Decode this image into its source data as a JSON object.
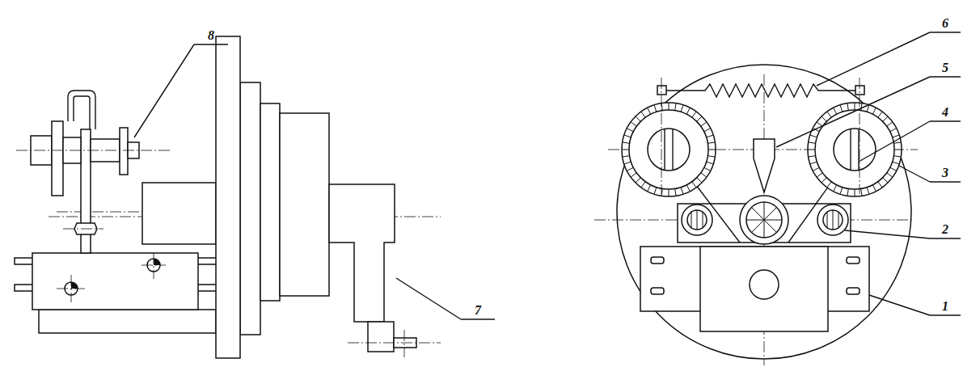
{
  "diagram": {
    "labels": [
      "8",
      "7",
      "6",
      "5",
      "4",
      "3",
      "2",
      "1"
    ]
  }
}
